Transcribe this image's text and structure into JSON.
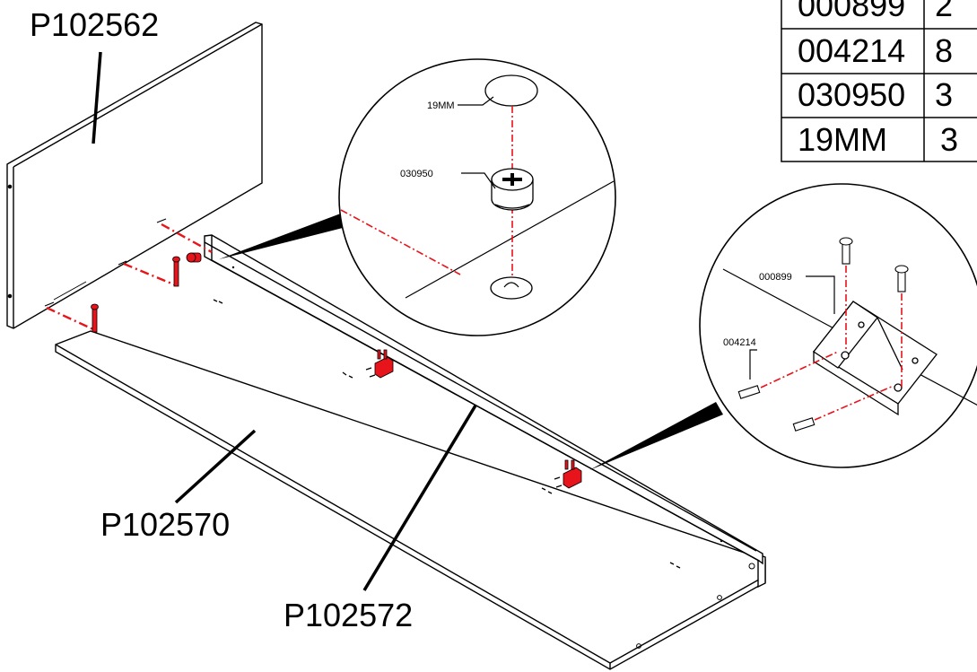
{
  "parts_table": {
    "rows": [
      {
        "code": "000899",
        "qty": "2"
      },
      {
        "code": "004214",
        "qty": "8"
      },
      {
        "code": "030950",
        "qty": "3"
      },
      {
        "code": "19MM",
        "qty": "3"
      }
    ]
  },
  "labels": {
    "back_panel": "P102562",
    "base_panel": "P102570",
    "rail_panel": "P102572"
  },
  "detail_cam": {
    "dowel_label": "19MM",
    "cam_label": "030950"
  },
  "detail_bracket": {
    "bracket_label": "000899",
    "screw_label": "004214"
  },
  "colors": {
    "line": "#000000",
    "accent": "#e8141b"
  }
}
